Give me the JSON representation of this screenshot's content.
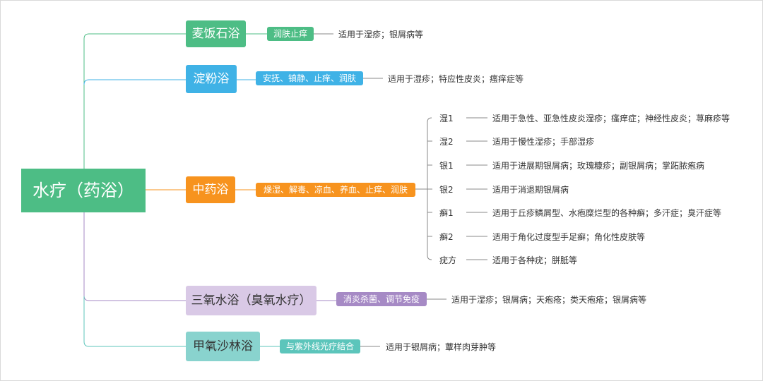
{
  "colors": {
    "root": "#4dbd85",
    "maifan": "#4dbd85",
    "dianfen": "#3fb2e6",
    "zhongyao": "#f7931e",
    "sanyang_box": "#d9c9e6",
    "sanyang_tag": "#a68ac5",
    "jiajia_box": "#89d3ce",
    "jiajia_tag": "#5cc5bb"
  },
  "root": {
    "label": "水疗（药浴）"
  },
  "branches": [
    {
      "label": "麦饭石浴",
      "tag": "润肤止痒",
      "desc": "适用于湿疹；银屑病等"
    },
    {
      "label": "淀粉浴",
      "tag": "安抚、镇静、止痒、润肤",
      "desc": "适用于湿疹；特应性皮炎；瘙痒症等"
    },
    {
      "label": "中药浴",
      "tag": "燥湿、解毒、凉血、养血、止痒、润肤",
      "subs": [
        {
          "label": "湿1",
          "desc": "适用于急性、亚急性皮炎湿疹；瘙痒症；神经性皮炎；荨麻疹等"
        },
        {
          "label": "湿2",
          "desc": "适用于慢性湿疹；手部湿疹"
        },
        {
          "label": "银1",
          "desc": "适用于进展期银屑病；玫瑰糠疹；副银屑病；掌跖脓疱病"
        },
        {
          "label": "银2",
          "desc": "适用于消退期银屑病"
        },
        {
          "label": "癣1",
          "desc": "适用于丘疹鳞屑型、水疱糜烂型的各种癣；多汗症；臭汗症等"
        },
        {
          "label": "癣2",
          "desc": "适用于角化过度型手足癣；角化性皮肤等"
        },
        {
          "label": "疣方",
          "desc": "适用于各种疣；胼胝等"
        }
      ]
    },
    {
      "label": "三氧水浴（臭氧水疗）",
      "tag": "消炎杀菌、调节免疫",
      "desc": "适用于湿疹；银屑病；天疱疮；类天疱疮；银屑病等"
    },
    {
      "label": "甲氧沙林浴",
      "tag": "与紫外线光疗结合",
      "desc": "适用于银屑病；蕈样肉芽肿等"
    }
  ]
}
